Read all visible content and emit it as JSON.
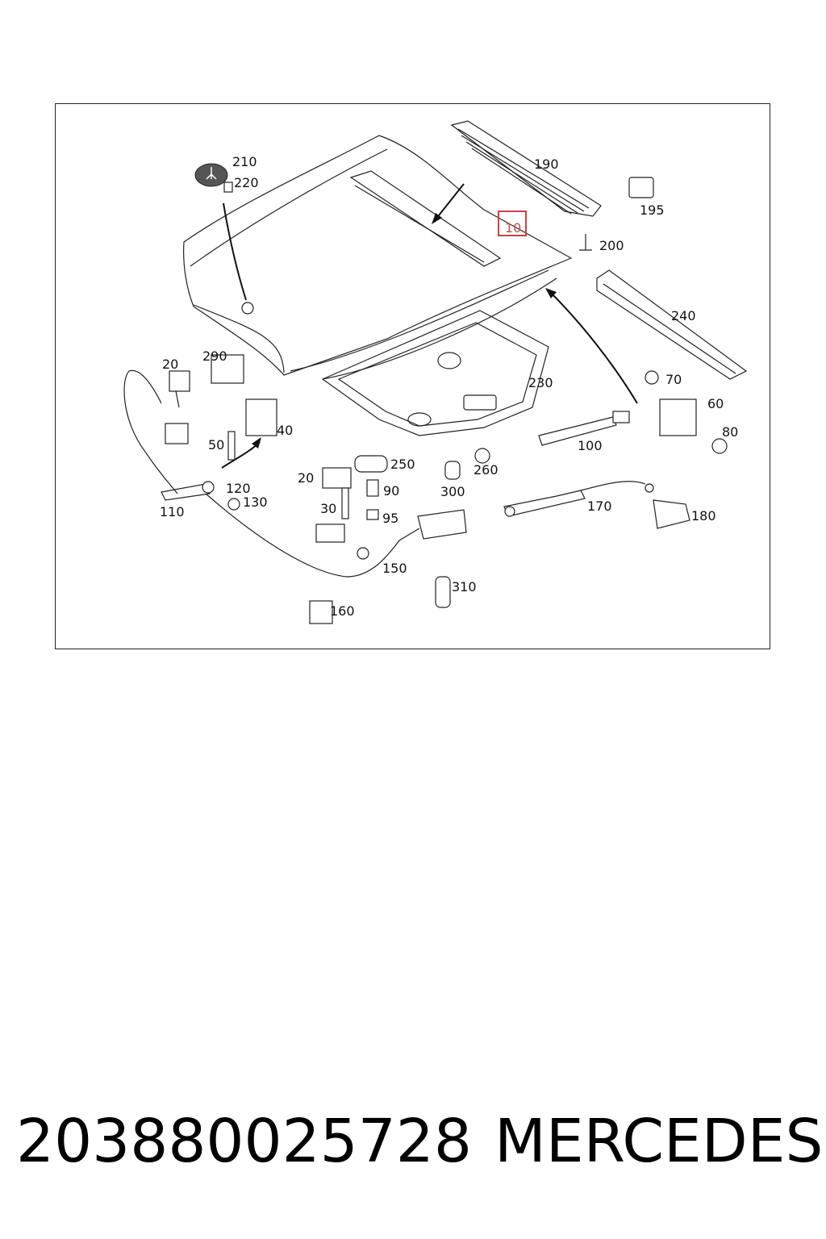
{
  "diagram": {
    "highlighted_callout": "10",
    "callouts": [
      "210",
      "220",
      "190",
      "195",
      "200",
      "240",
      "20",
      "290",
      "230",
      "70",
      "60",
      "40",
      "80",
      "50",
      "100",
      "250",
      "260",
      "20",
      "90",
      "300",
      "110",
      "120",
      "130",
      "30",
      "95",
      "170",
      "180",
      "150",
      "310",
      "160"
    ]
  },
  "footer": {
    "part_number": "203880025728",
    "brand": "MERCEDES"
  },
  "colors": {
    "highlight": "#d04040"
  }
}
